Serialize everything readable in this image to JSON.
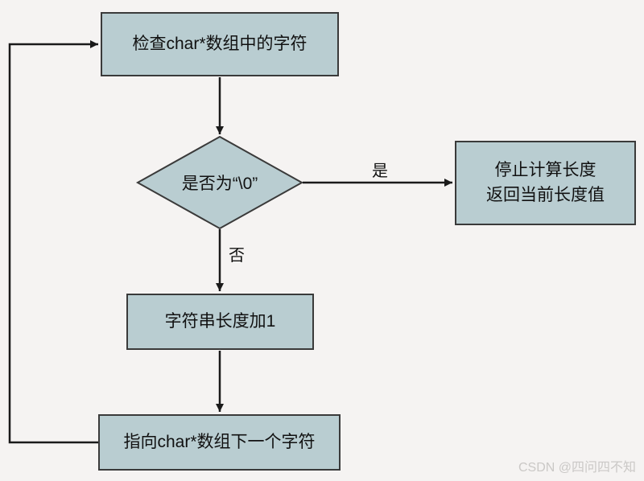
{
  "colors": {
    "bg": "#f5f3f2",
    "node_fill": "#b9cdd1",
    "node_border": "#3a3a3a",
    "arrow": "#1a1a1a",
    "watermark": "#cac8c6"
  },
  "nodes": {
    "check": {
      "label": "检查char*数组中的字符"
    },
    "decision": {
      "label": "是否为“\\0”"
    },
    "stop": {
      "line1": "停止计算长度",
      "line2": "返回当前长度值"
    },
    "increment": {
      "label": "字符串长度加1"
    },
    "advance": {
      "label": "指向char*数组下一个字符"
    }
  },
  "edges": {
    "yes_label": "是",
    "no_label": "否"
  },
  "watermark": "CSDN @四问四不知"
}
